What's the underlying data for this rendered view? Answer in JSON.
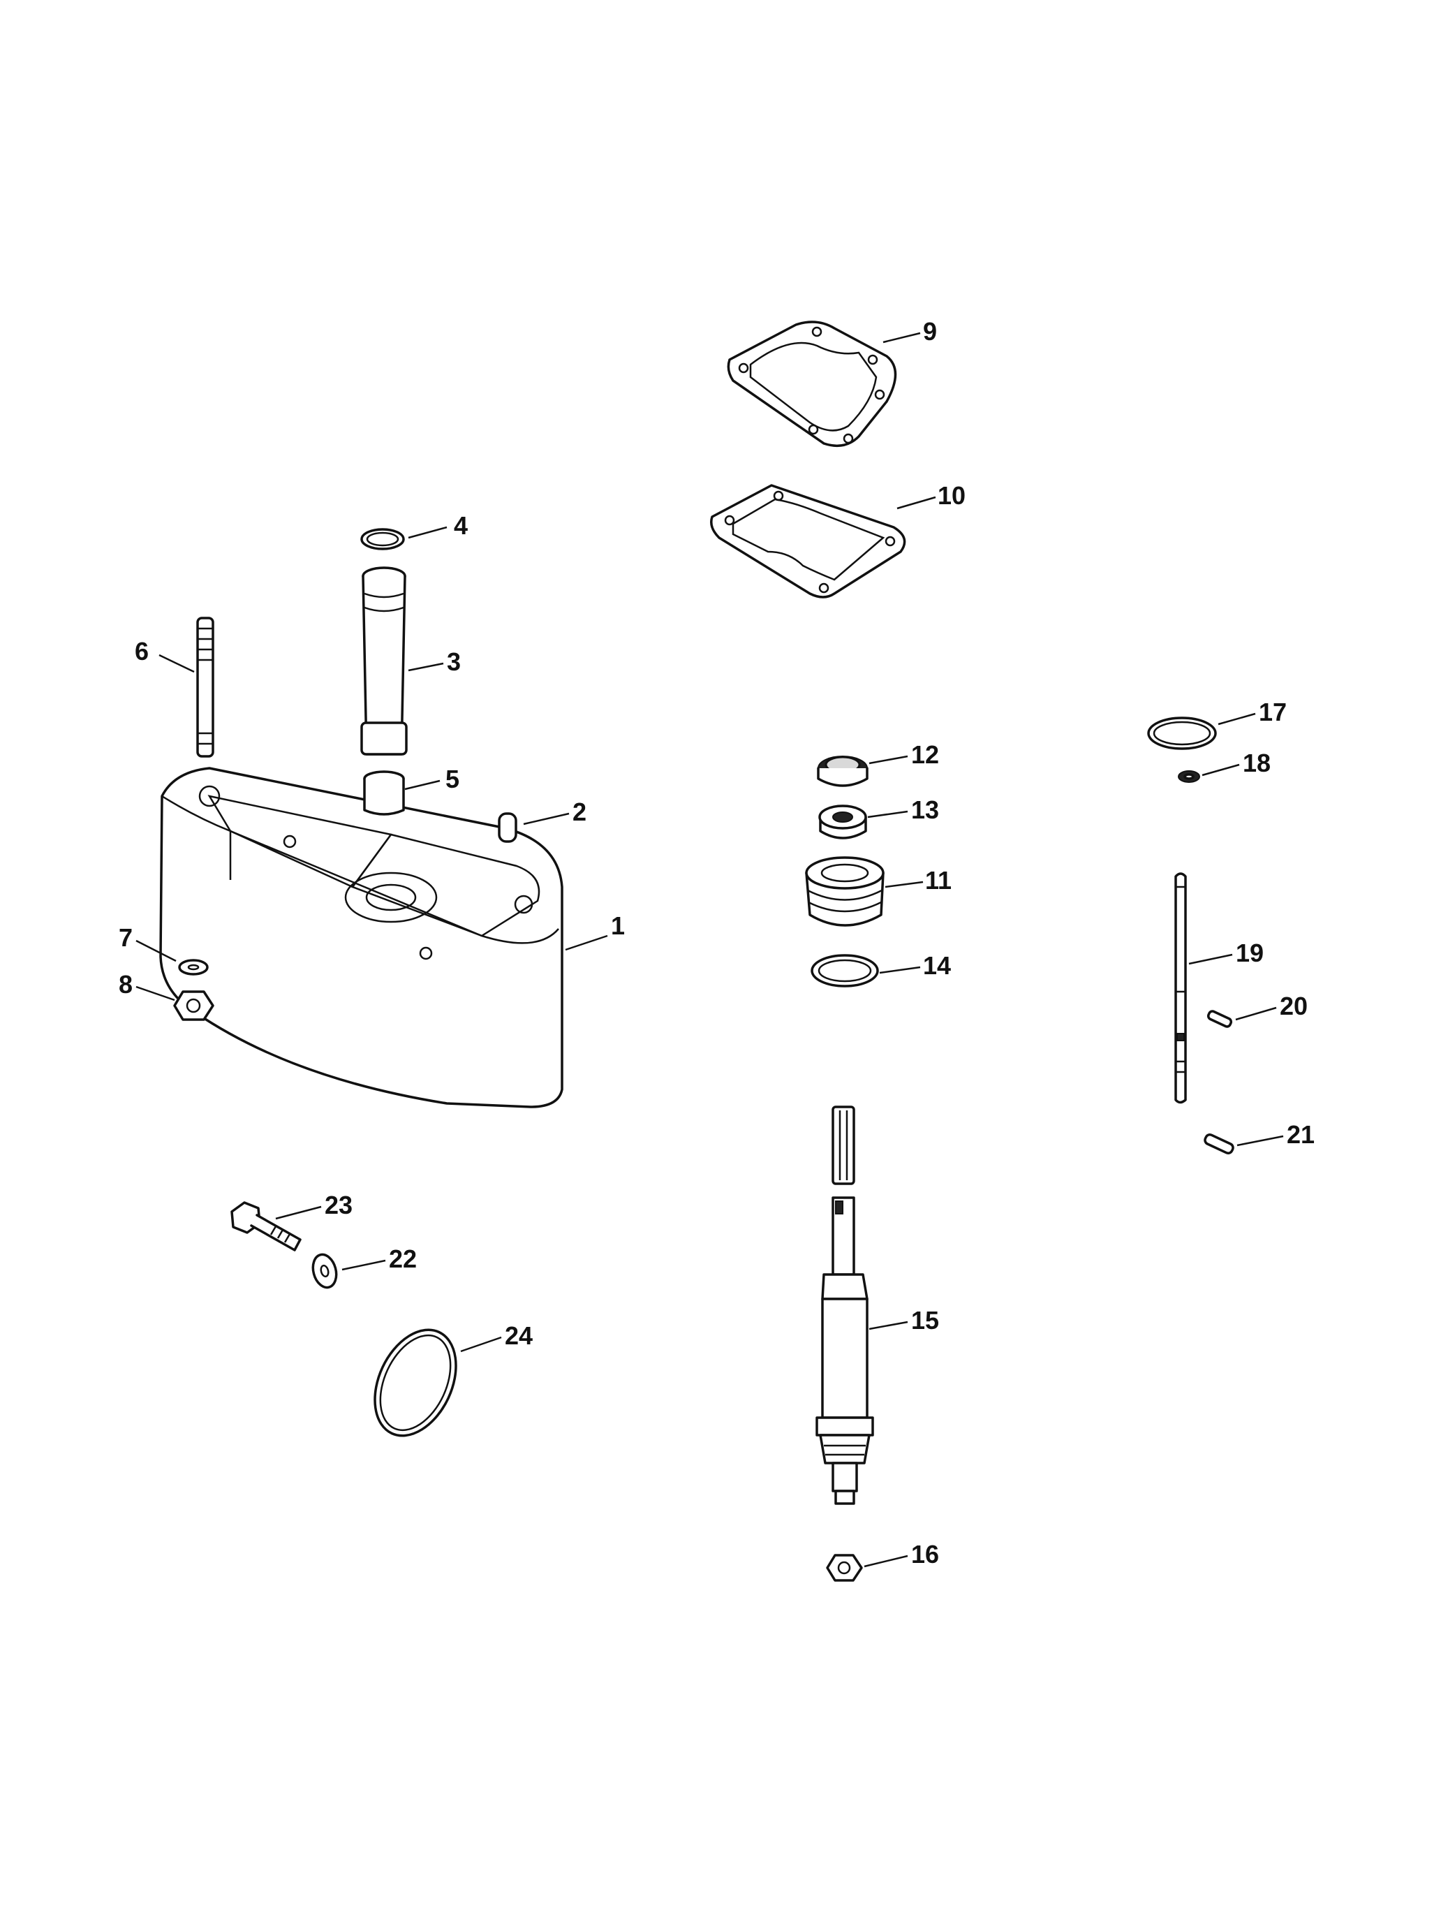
{
  "callouts": [
    {
      "id": "1",
      "text": "1"
    },
    {
      "id": "2",
      "text": "2"
    },
    {
      "id": "3",
      "text": "3"
    },
    {
      "id": "4",
      "text": "4"
    },
    {
      "id": "5",
      "text": "5"
    },
    {
      "id": "6",
      "text": "6"
    },
    {
      "id": "7",
      "text": "7"
    },
    {
      "id": "8",
      "text": "8"
    },
    {
      "id": "9",
      "text": "9"
    },
    {
      "id": "10",
      "text": "10"
    },
    {
      "id": "11",
      "text": "11"
    },
    {
      "id": "12",
      "text": "12"
    },
    {
      "id": "13",
      "text": "13"
    },
    {
      "id": "14",
      "text": "14"
    },
    {
      "id": "15",
      "text": "15"
    },
    {
      "id": "16",
      "text": "16"
    },
    {
      "id": "17",
      "text": "17"
    },
    {
      "id": "18",
      "text": "18"
    },
    {
      "id": "19",
      "text": "19"
    },
    {
      "id": "20",
      "text": "20"
    },
    {
      "id": "21",
      "text": "21"
    },
    {
      "id": "22",
      "text": "22"
    },
    {
      "id": "23",
      "text": "23"
    },
    {
      "id": "24",
      "text": "24"
    }
  ],
  "colors": {
    "line": "#111111",
    "background": "#ffffff",
    "shade": "#d9d9d9"
  }
}
